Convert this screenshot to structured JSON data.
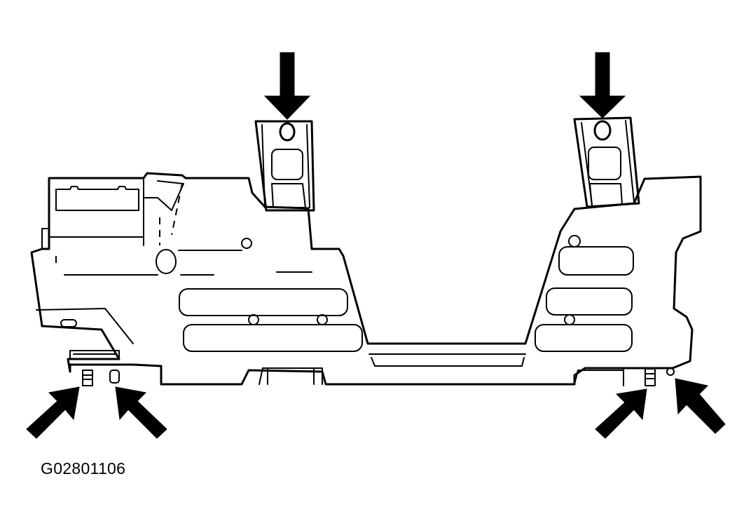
{
  "figure": {
    "id_label": "G02801106",
    "subject": "bracket-assembly-line-drawing",
    "colors": {
      "line": "#000000",
      "background": "#ffffff"
    },
    "arrows": [
      {
        "name": "arrow-top-left",
        "direction": "down"
      },
      {
        "name": "arrow-top-right",
        "direction": "down"
      },
      {
        "name": "arrow-bottom-left-1",
        "direction": "up-right"
      },
      {
        "name": "arrow-bottom-left-2",
        "direction": "up-left"
      },
      {
        "name": "arrow-bottom-right-1",
        "direction": "up-right"
      },
      {
        "name": "arrow-bottom-right-2",
        "direction": "up-left"
      }
    ]
  }
}
